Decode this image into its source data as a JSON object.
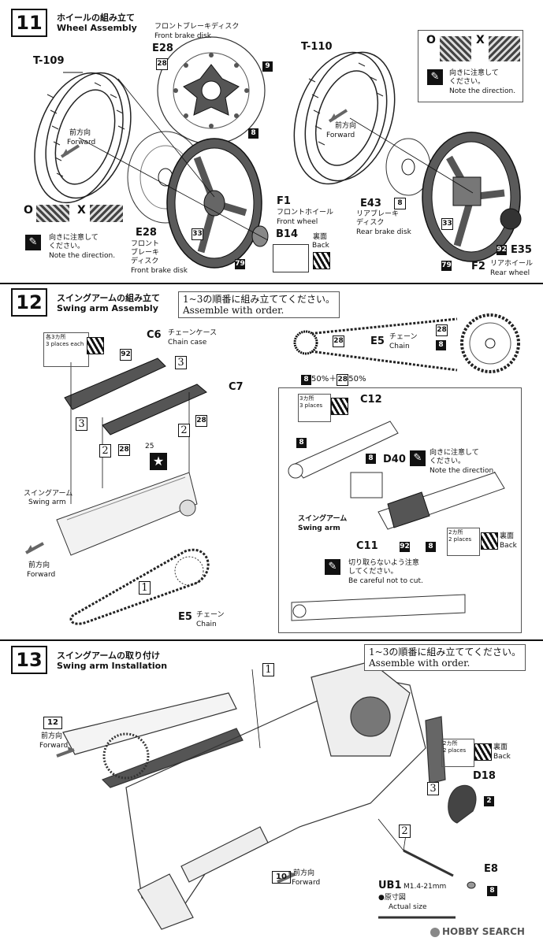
{
  "step11": {
    "num": "11",
    "title_jp": "ホイールの組み立て",
    "title_en": "Wheel Assembly",
    "t109": "T-109",
    "t110": "T-110",
    "forward_jp": "前方向",
    "forward_en": "Forward",
    "front_disk_jp": "フロントブレーキディスク",
    "front_disk_en": "Front brake disk",
    "e28": "E28",
    "e28b": "E28",
    "e28b_jp1": "フロント",
    "e28b_jp2": "ブレーキ",
    "e28b_jp3": "ディスク",
    "e28b_en": "Front brake disk",
    "f1": "F1",
    "f1_jp": "フロントホイール",
    "f1_en": "Front wheel",
    "b14": "B14",
    "back_jp": "裏面",
    "back_en": "Back",
    "e43": "E43",
    "e43_jp1": "リアブレーキ",
    "e43_jp2": "ディスク",
    "e43_en": "Rear brake disk",
    "e35": "E35",
    "f2": "F2",
    "f2_jp": "リアホイール",
    "f2_en": "Rear wheel",
    "note_jp1": "向きに注意して",
    "note_jp2": "ください。",
    "note_en": "Note the direction.",
    "ok": "O",
    "ng": "X",
    "c28": "28",
    "c9": "9",
    "c8": "8",
    "c33": "33",
    "c79": "79",
    "c92": "92"
  },
  "step12": {
    "num": "12",
    "title_jp": "スイングアームの組み立て",
    "title_en": "Swing arm Assembly",
    "order_jp": "1~3の順番に組み立ててください。",
    "order_en": "Assemble with order.",
    "places3_jp": "各3カ所",
    "places3_en": "3 places each",
    "c6": "C6",
    "c6_jp": "チェーンケース",
    "c6_en": "Chain case",
    "c7": "C7",
    "e5": "E5",
    "e5_jp": "チェーン",
    "e5_en": "Chain",
    "ratio_a": "50%＋",
    "ratio_b": "50%",
    "swing_jp": "スイングアーム",
    "swing_en": "Swing arm",
    "forward_jp": "前方向",
    "forward_en": "Forward",
    "c12": "C12",
    "d40": "D40",
    "c11": "C11",
    "p3_jp": "3カ所",
    "p3_en": "3 places",
    "p2_jp": "2カ所",
    "p2_en": "2 places",
    "back_jp": "裏面",
    "back_en": "Back",
    "note_jp1": "向きに注意して",
    "note_jp2": "ください。",
    "note_en": "Note the direction.",
    "cut_jp1": "切り取らないよう注意",
    "cut_jp2": "してください。",
    "cut_en": "Be careful not to cut.",
    "n1": "1",
    "n2": "2",
    "n3": "3",
    "c92": "92",
    "c28": "28",
    "c25": "25",
    "c8": "8"
  },
  "step13": {
    "num": "13",
    "title_jp": "スイングアームの取り付け",
    "title_en": "Swing arm Installation",
    "order_jp": "1~3の順番に組み立ててください。",
    "order_en": "Assemble with order.",
    "ref12": "12",
    "ref10": "10",
    "forward_jp": "前方向",
    "forward_en": "Forward",
    "p2_jp": "2カ所",
    "p2_en": "2 places",
    "back_jp": "裏面",
    "back_en": "Back",
    "d18": "D18",
    "c2": "2",
    "e8": "E8",
    "c8": "8",
    "ub1": "UB1",
    "ub1_size": "M1.4-21mm",
    "actual_jp": "●原寸図",
    "actual_en": "Actual size",
    "n1": "1",
    "n2": "2",
    "n3": "3"
  },
  "watermark": "HOBBY SEARCH"
}
